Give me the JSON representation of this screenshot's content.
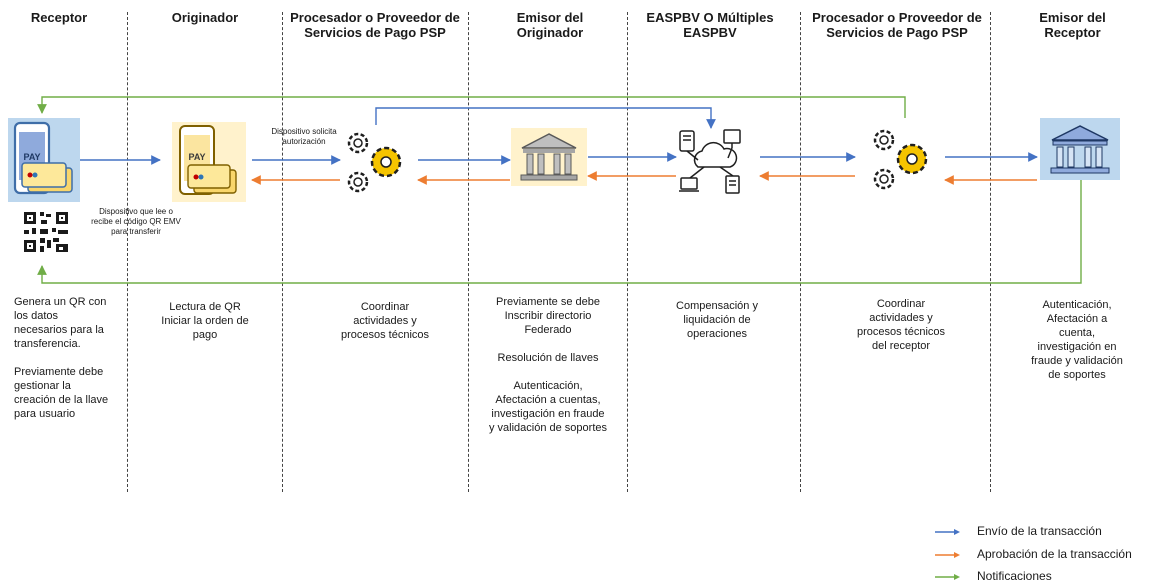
{
  "columns": [
    {
      "title": "Receptor",
      "desc": [
        "Genera un QR con",
        "los datos",
        "necesarios para la",
        "transferencia.",
        "",
        "Previamente debe",
        "gestionar la",
        "creación de la llave",
        "para usuario"
      ]
    },
    {
      "title": "Originador",
      "desc": [
        "Lectura de QR",
        "Iniciar la orden de",
        "pago"
      ]
    },
    {
      "title": "Procesador  o Proveedor de Servicios de Pago PSP",
      "desc": [
        "Coordinar",
        "actividades y",
        "procesos técnicos"
      ]
    },
    {
      "title": "Emisor del Originador",
      "desc": [
        "Previamente se debe",
        "Inscribir directorio",
        "Federado",
        "",
        "Resolución de llaves",
        "",
        "Autenticación,",
        "Afectación a cuentas,",
        "investigación en fraude",
        "y validación de soportes"
      ]
    },
    {
      "title": "EASPBV O Múltiples EASPBV",
      "desc": [
        "Compensación y",
        "liquidación de",
        "operaciones"
      ]
    },
    {
      "title": "Procesador  o Proveedor de Servicios de Pago PSP",
      "desc": [
        "Coordinar",
        "actividades y",
        "procesos técnicos",
        "del receptor"
      ]
    },
    {
      "title": "Emisor del Receptor",
      "desc": [
        "Autenticación,",
        "Afectación a",
        "cuenta,",
        "investigación en",
        "fraude  y validación",
        "de soportes"
      ]
    }
  ],
  "notes": {
    "device_reads_qr": "Dispositivo que lee o recibe el código QR EMV para transferir",
    "device_requests_auth": "Dispositivo solicita autorización"
  },
  "icons": {
    "pay_label_1": "PAY",
    "pay_label_2": "PAY"
  },
  "legend": [
    {
      "label": "Envío de la transacción",
      "color": "#4472c4"
    },
    {
      "label": "Aprobación  de la transacción",
      "color": "#ed7d31"
    },
    {
      "label": "Notificaciones",
      "color": "#70ad47"
    }
  ],
  "colors": {
    "send": "#4472c4",
    "approve": "#ed7d31",
    "notify": "#70ad47",
    "gear": "#f5c400",
    "icon_bg_blue": "#bdd7ee",
    "icon_bg_yellow": "#fff2cc"
  }
}
